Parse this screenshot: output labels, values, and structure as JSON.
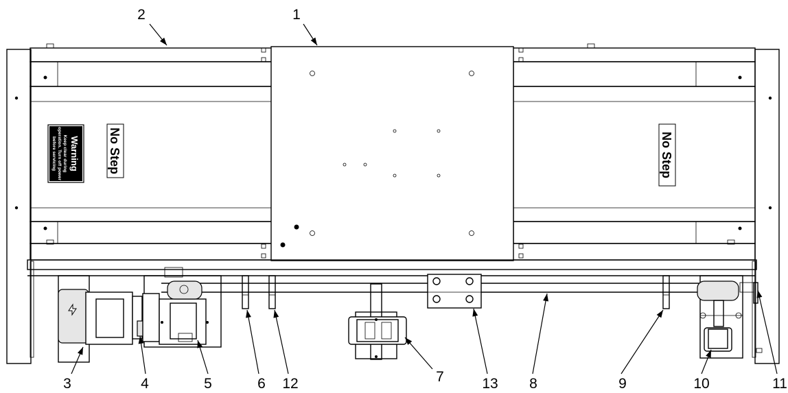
{
  "labels": {
    "no_step": "No Step",
    "warning_title": "Warning",
    "warning_lines": [
      "Keep clear during",
      "operation. Turn off power",
      "before servicing"
    ]
  },
  "callouts": [
    {
      "id": "c1",
      "text": "1"
    },
    {
      "id": "c2",
      "text": "2"
    },
    {
      "id": "c3",
      "text": "3"
    },
    {
      "id": "c4",
      "text": "4"
    },
    {
      "id": "c5",
      "text": "5"
    },
    {
      "id": "c6",
      "text": "6"
    },
    {
      "id": "c12",
      "text": "12"
    },
    {
      "id": "c7",
      "text": "7"
    },
    {
      "id": "c13",
      "text": "13"
    },
    {
      "id": "c8",
      "text": "8"
    },
    {
      "id": "c9",
      "text": "9"
    },
    {
      "id": "c10",
      "text": "10"
    },
    {
      "id": "c11",
      "text": "11"
    }
  ]
}
